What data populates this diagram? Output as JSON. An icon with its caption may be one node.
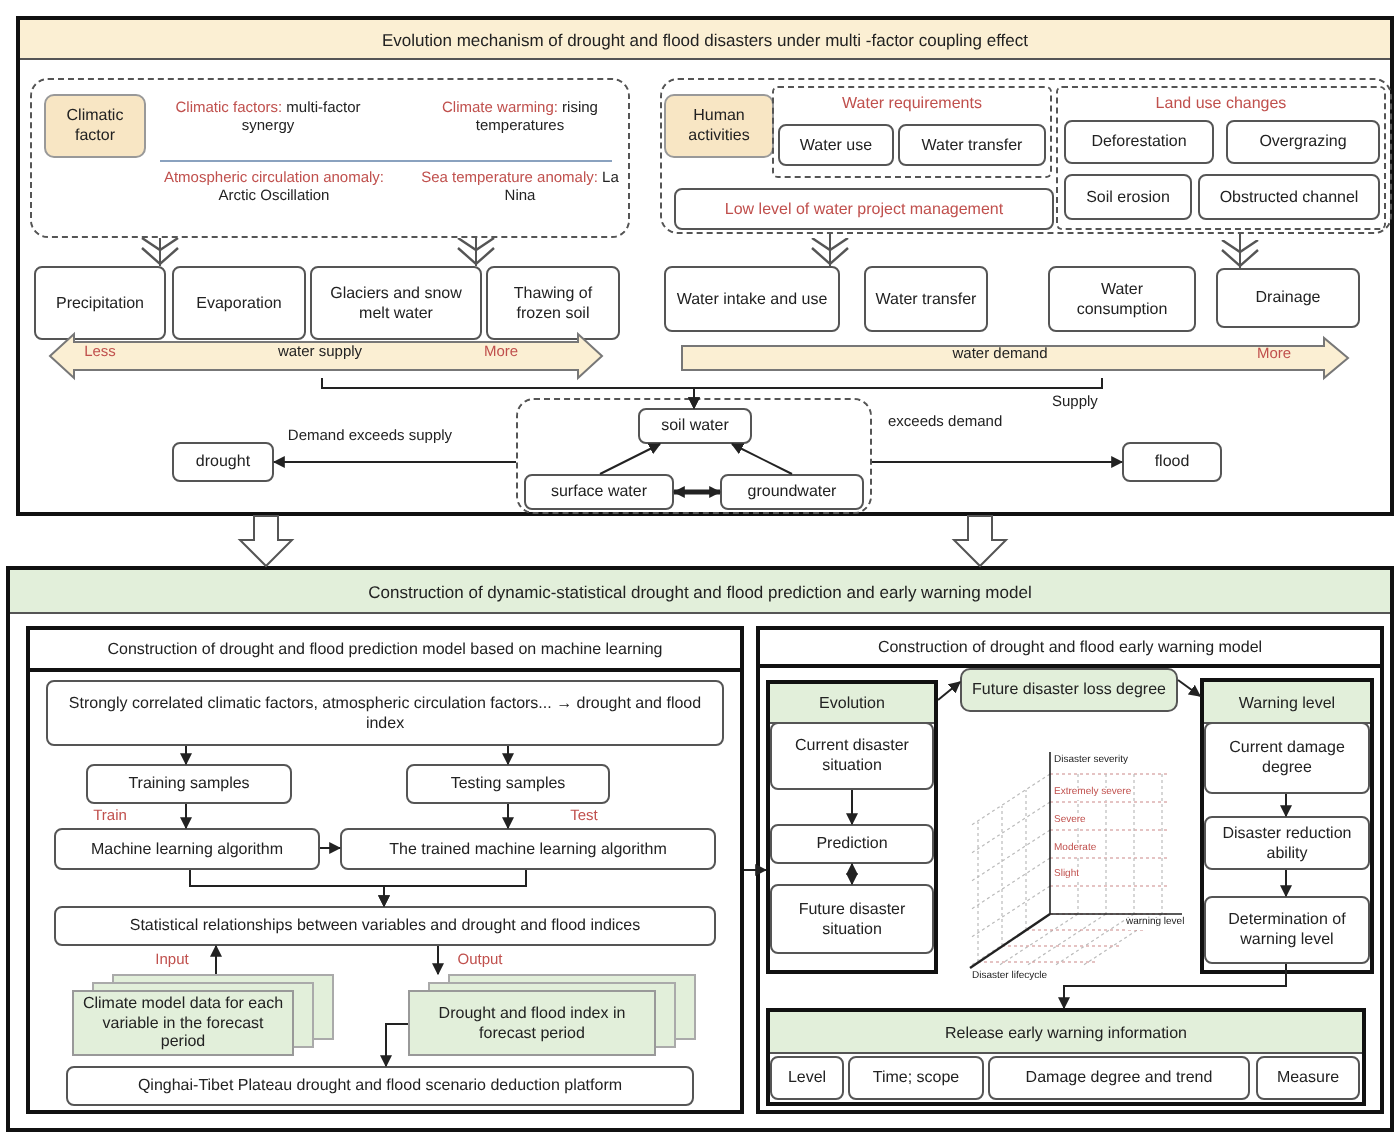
{
  "diagram": {
    "nodes": [
      {
        "text": [
          "Evolution mechanism of drought and flood disasters under multi -factor coupling effect"
        ]
      },
      {
        "text": [
          "Climatic factors: multi-factor synergy",
          "Climate warming: rising temperatures",
          "Atmospheric circulation anomaly: Arctic Oscillation",
          "Sea temperature anomaly: La Nina"
        ],
        "in": 0
      },
      {
        "text": [
          "Climatic factor"
        ],
        "in": 1
      },
      {
        "text": [],
        "shape": "box",
        "in": 0
      },
      {
        "text": [
          "Human activities"
        ],
        "in": 3
      },
      {
        "text": [
          "Water requirements"
        ],
        "in": 3
      },
      {
        "text": [
          "Water use"
        ],
        "in": 5
      },
      {
        "text": [
          "Water transfer"
        ],
        "in": 5
      },
      {
        "text": [
          "Low level of water project management"
        ],
        "in": 3
      },
      {
        "text": [
          "Land use changes"
        ],
        "in": 3
      },
      {
        "text": [
          "Deforestation"
        ],
        "in": 9
      },
      {
        "text": [
          "Overgrazing"
        ],
        "in": 9
      },
      {
        "text": [
          "Soil erosion"
        ],
        "in": 9
      },
      {
        "text": [
          "Obstructed channel"
        ],
        "in": 9
      },
      {
        "text": [
          "Precipitation"
        ],
        "in": 0
      },
      {
        "text": [
          "Evaporation"
        ],
        "in": 0
      },
      {
        "text": [
          "Glaciers and snow melt water"
        ],
        "in": 0
      },
      {
        "text": [
          "Thawing of frozen soil"
        ],
        "in": 0
      },
      {
        "text": [
          "Water intake and use"
        ],
        "in": 0
      },
      {
        "text": [
          "Water transfer"
        ],
        "in": 0
      },
      {
        "text": [
          "Water consumption"
        ],
        "in": 0
      },
      {
        "text": [
          "Drainage"
        ],
        "in": 0
      },
      {
        "text": [
          "Less",
          "water supply",
          "More"
        ],
        "in": 0
      },
      {
        "text": [
          "water demand",
          "More"
        ],
        "in": 0
      },
      {
        "text": [],
        "shape": "box",
        "in": 0
      },
      {
        "text": [
          "soil water"
        ],
        "in": 24
      },
      {
        "text": [
          "surface water"
        ],
        "in": 24
      },
      {
        "text": [
          "groundwater"
        ],
        "in": 24
      },
      {
        "text": [
          "drought"
        ],
        "in": 0
      },
      {
        "text": [
          "flood"
        ],
        "in": 0
      },
      {
        "text": [
          "Construction of dynamic-statistical drought and flood prediction and early warning model"
        ]
      },
      {
        "text": [
          "Construction of drought and flood prediction model based on machine learning"
        ],
        "in": 30
      },
      {
        "text": [
          "Strongly correlated climatic factors, atmospheric circulation factors... → drought and flood index"
        ],
        "in": 31
      },
      {
        "text": [
          "Training samples"
        ],
        "in": 31
      },
      {
        "text": [
          "Testing samples"
        ],
        "in": 31
      },
      {
        "text": [
          "Machine learning algorithm"
        ],
        "in": 31
      },
      {
        "text": [
          "The trained machine learning algorithm"
        ],
        "in": 31
      },
      {
        "text": [
          "Statistical relationships between variables and drought and flood indices"
        ],
        "in": 31
      },
      {
        "text": [
          "Climate model data for each variable in the forecast period"
        ],
        "in": 31
      },
      {
        "text": [
          "Drought and flood index in forecast period"
        ],
        "in": 31
      },
      {
        "text": [
          "Qinghai-Tibet Plateau drought and flood scenario deduction platform"
        ],
        "in": 31
      },
      {
        "text": [
          "Construction of drought and flood early warning model"
        ],
        "in": 30
      },
      {
        "text": [
          "Evolution"
        ],
        "in": 41
      },
      {
        "text": [
          "Current disaster situation"
        ],
        "in": 42
      },
      {
        "text": [
          "Prediction"
        ],
        "in": 42
      },
      {
        "text": [
          "Future disaster situation"
        ],
        "in": 42
      },
      {
        "text": [
          "Future disaster loss degree"
        ],
        "in": 41
      },
      {
        "text": [
          "Warning level"
        ],
        "in": 41
      },
      {
        "text": [
          "Current damage degree"
        ],
        "in": 47
      },
      {
        "text": [
          "Disaster reduction ability"
        ],
        "in": 47
      },
      {
        "text": [
          "Determination of warning level"
        ],
        "in": 47
      },
      {
        "text": [
          "Release early warning information"
        ],
        "in": 41
      },
      {
        "text": [
          "Level"
        ],
        "in": 51
      },
      {
        "text": [
          "Time; scope"
        ],
        "in": 51
      },
      {
        "text": [
          "Damage degree and trend"
        ],
        "in": 51
      },
      {
        "text": [
          "Measure"
        ],
        "in": 51
      }
    ],
    "edges": [
      {
        "from": 1,
        "to": 14,
        "arrow": "to"
      },
      {
        "from": 1,
        "to": 16,
        "arrow": "to"
      },
      {
        "from": 3,
        "to": 18,
        "arrow": "to"
      },
      {
        "from": 3,
        "to": 21,
        "arrow": "to"
      },
      {
        "from": 22,
        "to": 25,
        "arrow": "to"
      },
      {
        "from": 23,
        "to": 25,
        "arrow": "to"
      },
      {
        "from": 26,
        "to": 25,
        "arrow": "to"
      },
      {
        "from": 27,
        "to": 25,
        "arrow": "to"
      },
      {
        "from": 26,
        "to": 27,
        "arrow": "both",
        "style": "thick"
      },
      {
        "from": 24,
        "to": 28,
        "arrow": "to",
        "label": "Demand exceeds supply"
      },
      {
        "from": 24,
        "to": 29,
        "arrow": "to"
      },
      {
        "from": 0,
        "to": 30,
        "arrow": "to"
      },
      {
        "from": 0,
        "to": 30,
        "arrow": "to"
      },
      {
        "from": 32,
        "to": 33,
        "arrow": "to"
      },
      {
        "from": 32,
        "to": 34,
        "arrow": "to"
      },
      {
        "from": 33,
        "to": 35,
        "arrow": "to",
        "label": "Train"
      },
      {
        "from": 34,
        "to": 36,
        "arrow": "to",
        "label": "Test"
      },
      {
        "from": 35,
        "to": 36,
        "arrow": "to"
      },
      {
        "from": 35,
        "to": 37,
        "arrow": "to"
      },
      {
        "from": 36,
        "to": 37,
        "arrow": "to"
      },
      {
        "from": 38,
        "to": 37,
        "arrow": "to",
        "label": "Input"
      },
      {
        "from": 37,
        "to": 39,
        "arrow": "to",
        "label": "Output"
      },
      {
        "from": 39,
        "to": 40,
        "arrow": "to"
      },
      {
        "from": 31,
        "to": 42,
        "arrow": "to"
      },
      {
        "from": 43,
        "to": 44,
        "arrow": "to"
      },
      {
        "from": 44,
        "to": 45,
        "arrow": "both"
      },
      {
        "from": 42,
        "to": 46,
        "arrow": "to"
      },
      {
        "from": 46,
        "to": 47,
        "arrow": "to"
      },
      {
        "from": 48,
        "to": 49,
        "arrow": "to"
      },
      {
        "from": 49,
        "to": 50,
        "arrow": "to"
      },
      {
        "from": 50,
        "to": 51,
        "arrow": "to"
      }
    ],
    "labels": [
      "Supply",
      "exceeds demand",
      "Disaster severity",
      "Extremely severe",
      "Severe",
      "Moderate",
      "Slight",
      "warning level",
      "Disaster lifecycle"
    ]
  }
}
